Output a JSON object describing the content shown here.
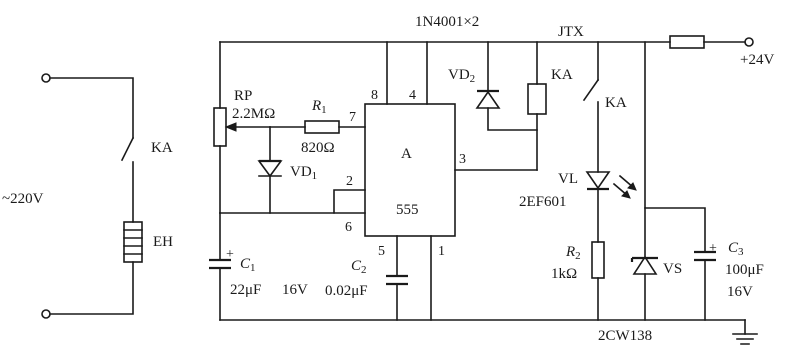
{
  "labels": {
    "top_diodes": "1N4001×2",
    "jtx": "JTX",
    "supply": "+24V",
    "rp_name": "RP",
    "rp_value": "2.2MΩ",
    "r1_name": "R",
    "r1_sub": "1",
    "r1_value": "820Ω",
    "vd1_name": "VD",
    "vd1_sub": "1",
    "vd2_name": "VD",
    "vd2_sub": "2",
    "ka_coil": "KA",
    "ka_contact_right": "KA",
    "ka_contact_left": "KA",
    "mains": "~220V",
    "heater": "EH",
    "ic_name": "A",
    "ic_type": "555",
    "pin_8": "8",
    "pin_4": "4",
    "pin_7": "7",
    "pin_2": "2",
    "pin_6": "6",
    "pin_3": "3",
    "pin_5": "5",
    "pin_1": "1",
    "c1_name": "C",
    "c1_sub": "1",
    "c1_value": "22μF",
    "c1_voltage": "16V",
    "c2_name": "C",
    "c2_sub": "2",
    "c2_value": "0.02μF",
    "vl_name": "VL",
    "vl_type": "2EF601",
    "r2_name": "R",
    "r2_sub": "2",
    "r2_value": "1kΩ",
    "vs_name": "VS",
    "vs_type": "2CW138",
    "c3_name": "C",
    "c3_sub": "3",
    "c3_value": "100μF",
    "c3_voltage": "16V",
    "plus_c1": "+",
    "plus_c3": "+"
  }
}
